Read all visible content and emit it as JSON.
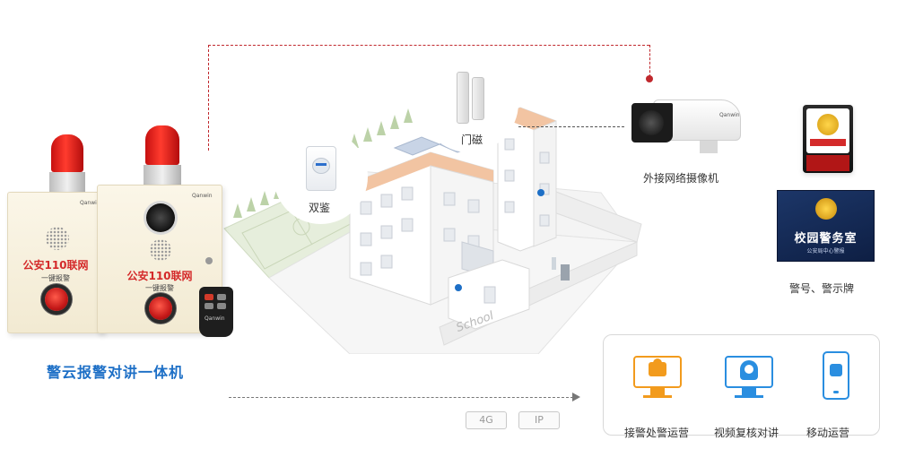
{
  "device": {
    "left_title": "公安110联网",
    "left_sub": "一键报警",
    "right_title": "公安110联网",
    "right_sub": "一键报警",
    "caption": "警云报警对讲一体机",
    "brand_left": "Qanwin",
    "brand_right": "Qanwin",
    "remote_brand": "Qanwin"
  },
  "campus": {
    "school_sign": "School",
    "dual_sensor_label": "双鉴",
    "door_magnet_label": "门磁"
  },
  "camera": {
    "label": "外接网络摄像机",
    "brand": "Qanwin"
  },
  "signage": {
    "plate_title": "校园警务室",
    "plate_sub": "公安局中心警报",
    "caption": "警号、警示牌"
  },
  "links": {
    "tag_4g": "4G",
    "tag_ip": "IP"
  },
  "services": [
    {
      "label": "接警处警运营",
      "icon": "alert-dispatch-monitor-icon"
    },
    {
      "label": "视频复核对讲",
      "icon": "video-review-monitor-icon"
    },
    {
      "label": "移动运营",
      "icon": "mobile-operation-phone-icon"
    }
  ],
  "colors": {
    "accent_blue": "#1d6fc6",
    "alarm_red": "#d42a2a",
    "connector_red": "#c0282d",
    "service_orange": "#f29b1d",
    "service_blue": "#2a8ee0",
    "campus_trim": "#f2c4a2",
    "lawn_green": "#e6eedc"
  }
}
